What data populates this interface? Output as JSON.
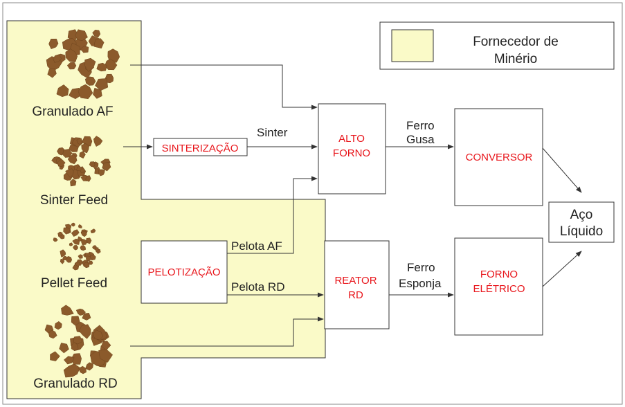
{
  "colors": {
    "supplier_fill": "#fafac8",
    "process_text": "#e8141a",
    "ore": "#8b5a2b"
  },
  "legend": {
    "line1": "Fornecedor de",
    "line2": "Minério"
  },
  "ores": {
    "granulado_af": "Granulado AF",
    "sinter_feed": "Sinter Feed",
    "pellet_feed": "Pellet Feed",
    "granulado_rd": "Granulado RD"
  },
  "processes": {
    "sinterizacao": "SINTERIZAÇÃO",
    "pelotizacao": "PELOTIZAÇÃO",
    "alto_forno_1": "ALTO",
    "alto_forno_2": "FORNO",
    "reator_rd_1": "REATOR",
    "reator_rd_2": "RD",
    "conversor": "CONVERSOR",
    "forno_eletrico_1": "FORNO",
    "forno_eletrico_2": "ELÉTRICO"
  },
  "products": {
    "sinter": "Sinter",
    "ferro_gusa_1": "Ferro",
    "ferro_gusa_2": "Gusa",
    "pelota_af": "Pelota AF",
    "pelota_rd": "Pelota RD",
    "ferro_esponja_1": "Ferro",
    "ferro_esponja_2": "Esponja",
    "aco_liquido_1": "Aço",
    "aco_liquido_2": "Líquido"
  }
}
